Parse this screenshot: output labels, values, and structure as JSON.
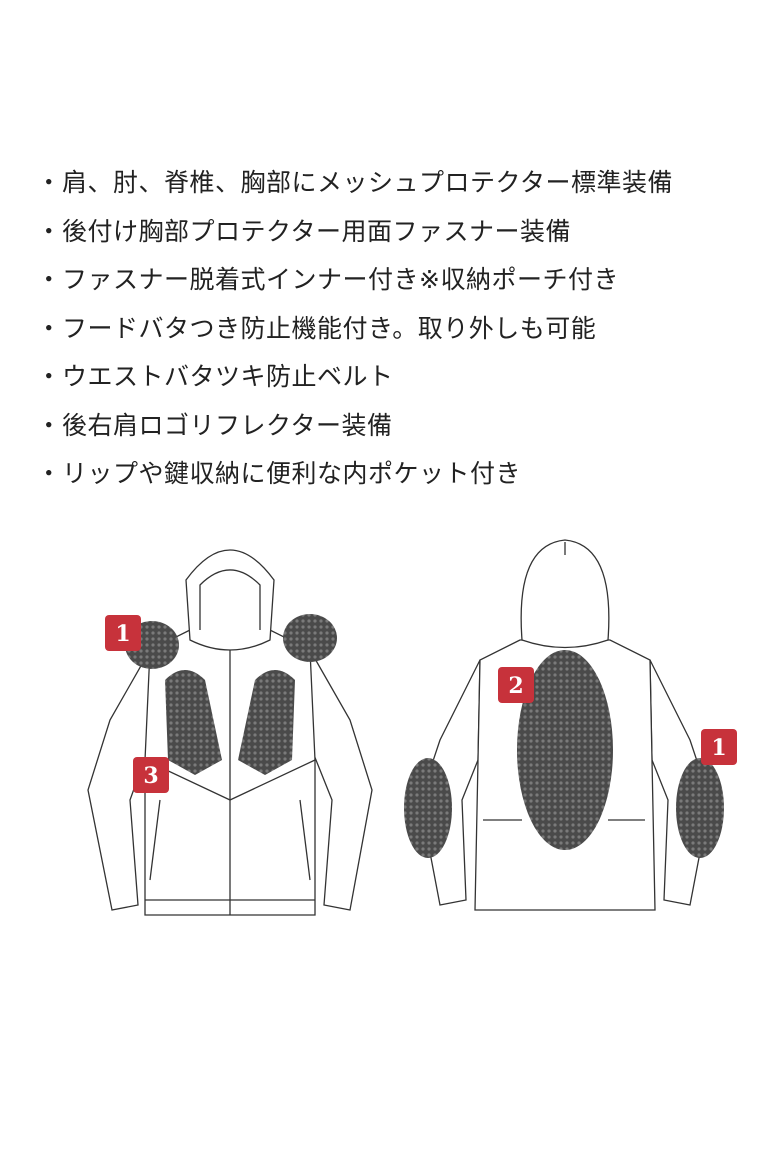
{
  "features": [
    "肩、肘、脊椎、胸部にメッシュプロテクター標準装備",
    "後付け胸部プロテクター用面ファスナー装備",
    "ファスナー脱着式インナー付き※収納ポーチ付き",
    "フードバタつき防止機能付き。取り外しも可能",
    "ウエストバタツキ防止ベルト",
    "後右肩ロゴリフレクター装備",
    "リップや鍵収納に便利な内ポケット付き"
  ],
  "bullet": "・",
  "badges": {
    "front_shoulder": "1",
    "front_chest": "3",
    "back_spine": "2",
    "back_elbow": "1"
  },
  "colors": {
    "badge": "#c7323b",
    "protector": "#555555",
    "line": "#333333"
  }
}
